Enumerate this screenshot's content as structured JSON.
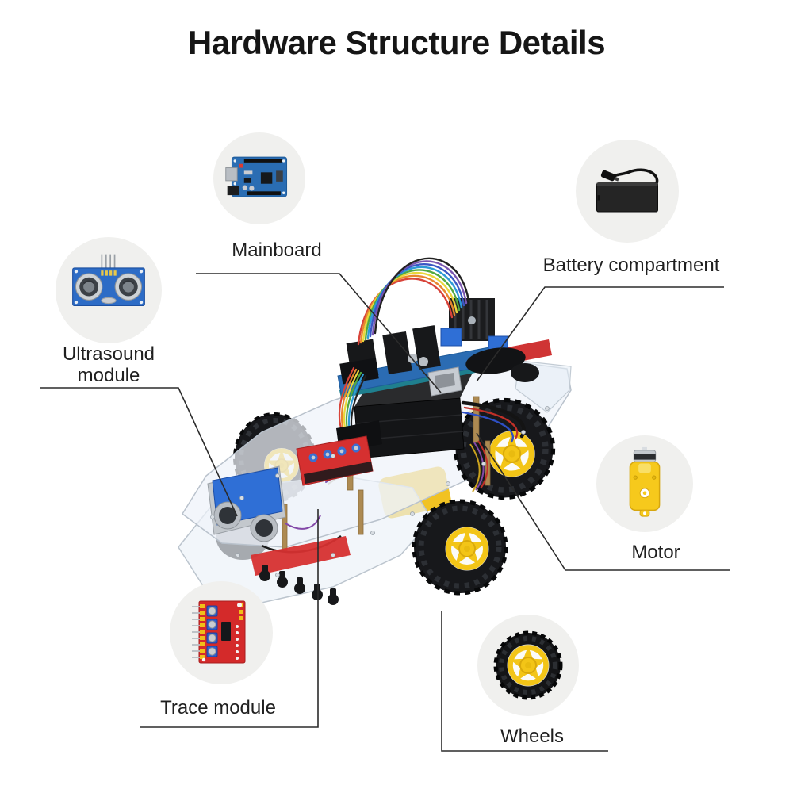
{
  "title": "Hardware Structure Details",
  "callouts": {
    "mainboard": {
      "label": "Mainboard",
      "icon": "arduino-mainboard-icon"
    },
    "battery": {
      "label": "Battery compartment",
      "icon": "battery-pack-icon"
    },
    "ultrasound": {
      "label": "Ultrasound module",
      "icon": "ultrasonic-sensor-icon"
    },
    "motor": {
      "label": "Motor",
      "icon": "tt-gear-motor-icon"
    },
    "trace": {
      "label": "Trace module",
      "icon": "trace-module-board-icon"
    },
    "wheels": {
      "label": "Wheels",
      "icon": "wheel-icon"
    }
  },
  "center": {
    "image": "robot-car-photo"
  },
  "colors": {
    "background": "#ffffff",
    "title_text": "#161616",
    "label_text": "#1f1f1f",
    "callout_line": "#2b2b2b",
    "circle_background": "#f0f0ee",
    "pcb_blue": "#2b6cb3",
    "pcb_red": "#d63030",
    "wheel_yellow": "#f3c517",
    "motor_yellow": "#f6c91c",
    "battery_black": "#252525",
    "silver": "#c3c8cd"
  }
}
